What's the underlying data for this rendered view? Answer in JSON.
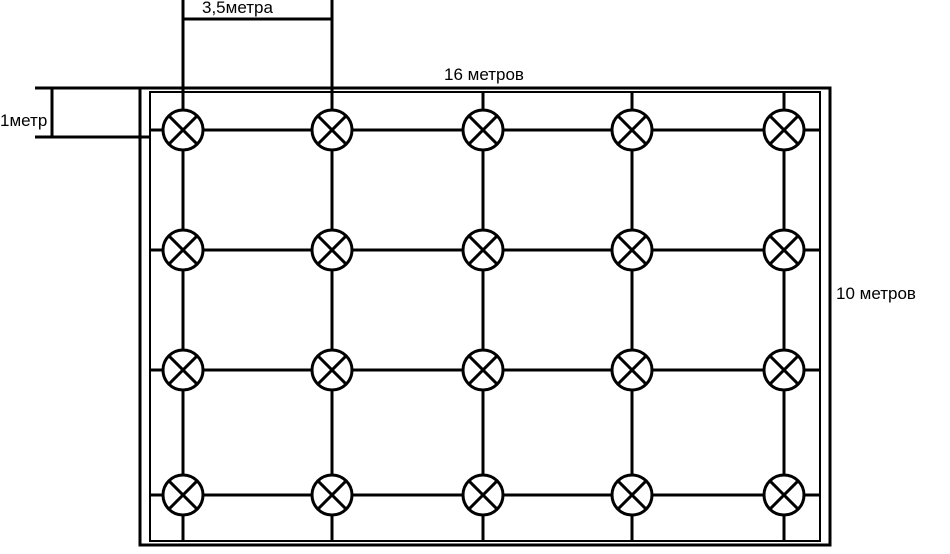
{
  "dimensions": {
    "spacing_label": "3,5метра",
    "width_label": "16 метров",
    "offset_label": "1метр",
    "height_label": "10 метров"
  },
  "grid": {
    "rows": 4,
    "columns": 5
  },
  "symbol": {
    "name": "lamp-icon",
    "color": "#000000"
  }
}
